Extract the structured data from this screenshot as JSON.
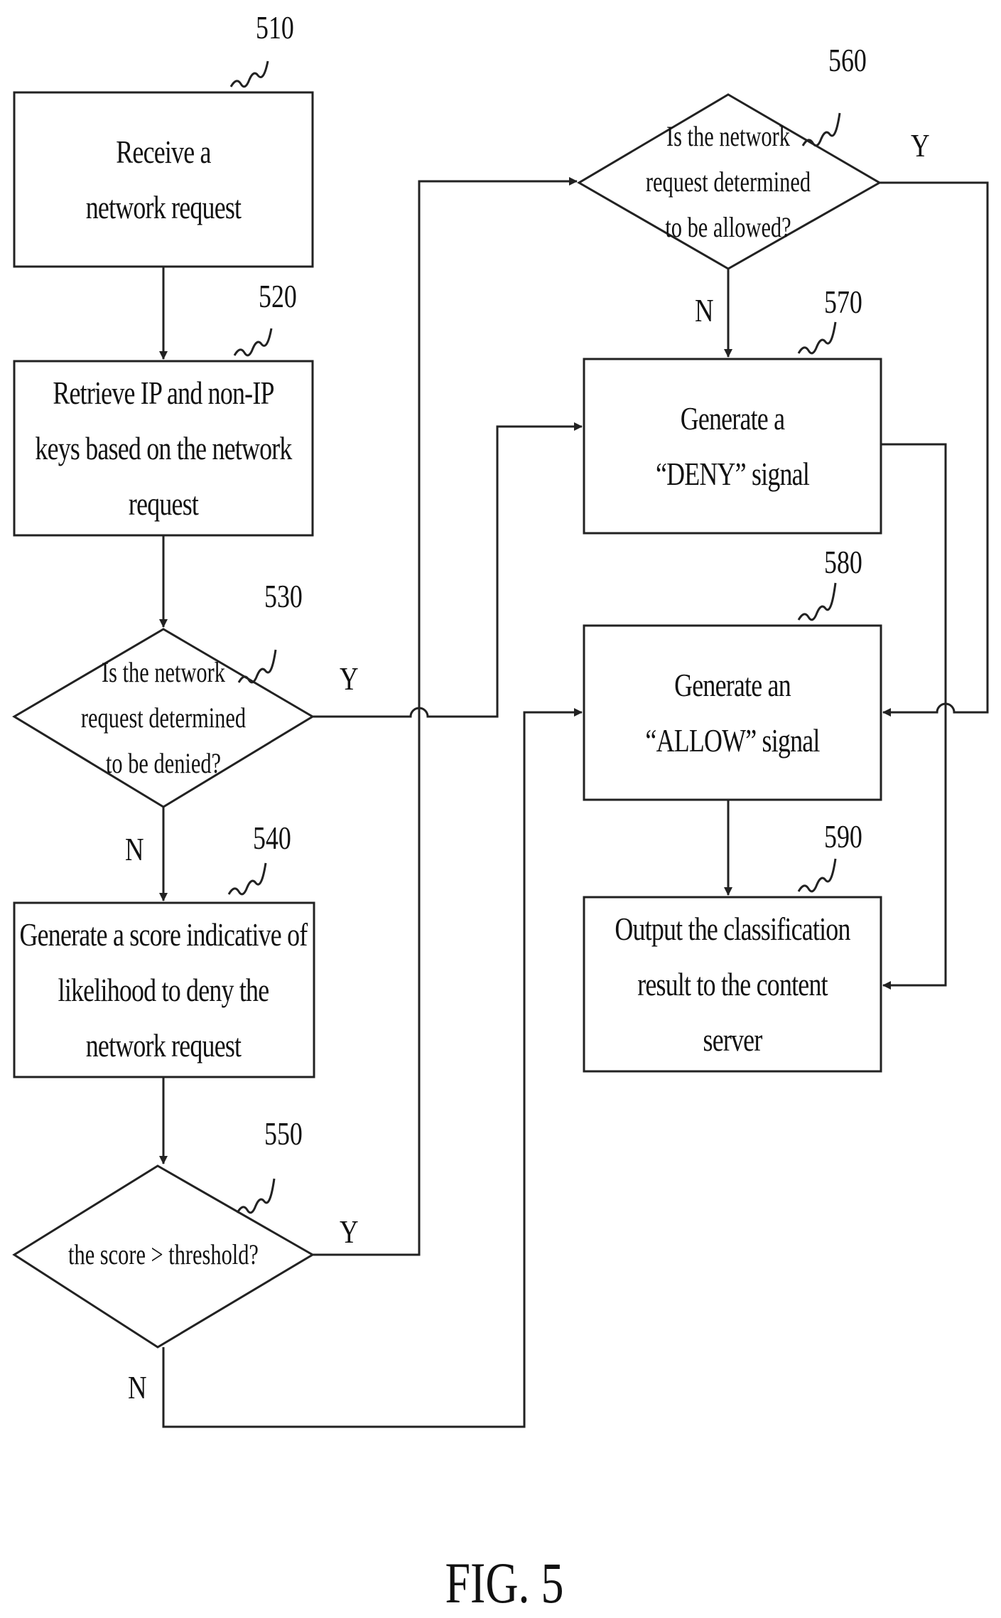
{
  "diagram": {
    "figure_label": "FIG. 5",
    "nodes": [
      {
        "ref": "510",
        "type": "process",
        "text": "Receive a network request"
      },
      {
        "ref": "520",
        "type": "process",
        "text": "Retrieve IP and non-IP keys based on the network request"
      },
      {
        "ref": "530",
        "type": "decision",
        "text": "Is the network request determined to be denied?"
      },
      {
        "ref": "540",
        "type": "process",
        "text": "Generate a score indicative of likelihood to deny the network request"
      },
      {
        "ref": "550",
        "type": "decision",
        "text": "the score > threshold?"
      },
      {
        "ref": "560",
        "type": "decision",
        "text": "Is the network request determined to be allowed?"
      },
      {
        "ref": "570",
        "type": "process",
        "text": "Generate a “DENY” signal"
      },
      {
        "ref": "580",
        "type": "process",
        "text": "Generate an “ALLOW” signal"
      },
      {
        "ref": "590",
        "type": "process",
        "text": "Output the classification result to the content server"
      }
    ],
    "branch_labels": {
      "yes": "Y",
      "no": "N"
    },
    "edges": [
      {
        "from": "510",
        "to": "520"
      },
      {
        "from": "520",
        "to": "530"
      },
      {
        "from": "530",
        "to": "540",
        "label": "N"
      },
      {
        "from": "530",
        "to": "570",
        "label": "Y"
      },
      {
        "from": "540",
        "to": "550"
      },
      {
        "from": "550",
        "to": "560",
        "label": "Y"
      },
      {
        "from": "550",
        "to": "580",
        "label": "N"
      },
      {
        "from": "560",
        "to": "580",
        "label": "Y"
      },
      {
        "from": "560",
        "to": "570",
        "label": "N"
      },
      {
        "from": "570",
        "to": "590"
      },
      {
        "from": "580",
        "to": "590"
      }
    ]
  }
}
